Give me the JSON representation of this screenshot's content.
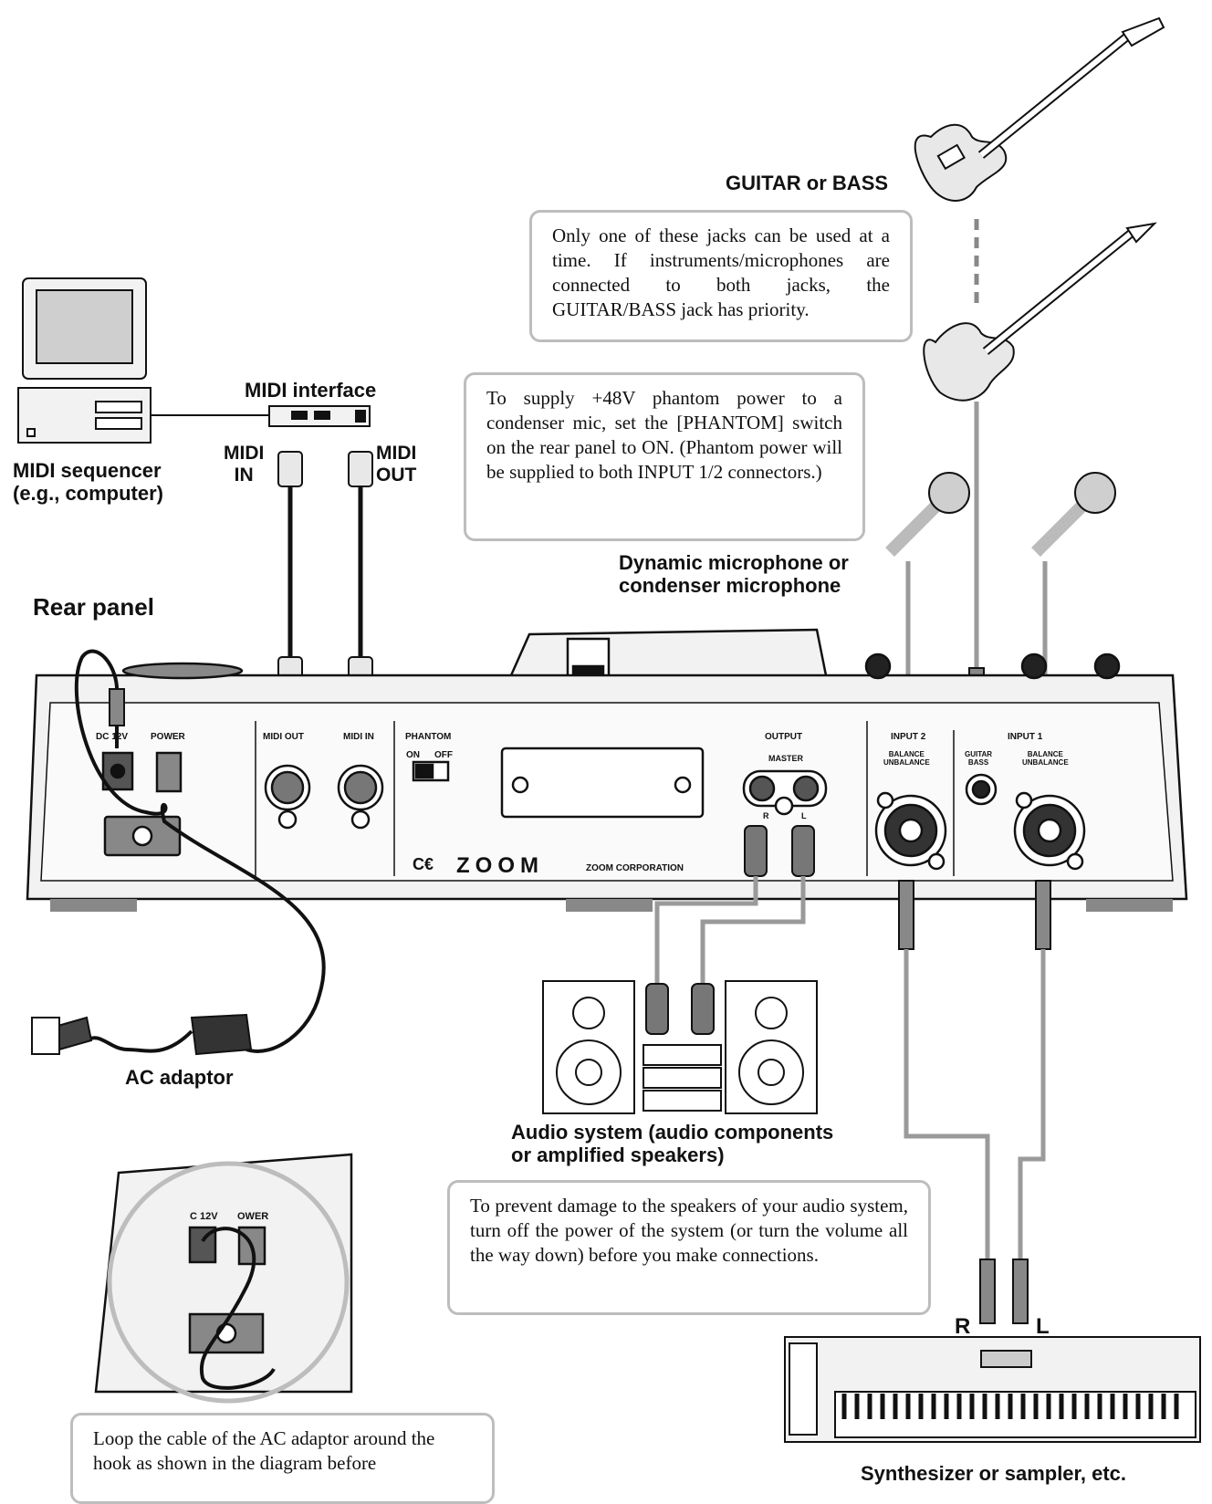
{
  "labels": {
    "guitar_or_bass": "GUITAR or BASS",
    "midi_interface": "MIDI interface",
    "midi_in": "MIDI\nIN",
    "midi_out": "MIDI\nOUT",
    "midi_sequencer": "MIDI sequencer\n(e.g., computer)",
    "rear_panel": "Rear panel",
    "dynamic_mic": "Dynamic microphone or\ncondenser microphone",
    "ac_adaptor": "AC adaptor",
    "audio_system": "Audio system (audio components\nor amplified speakers)",
    "synth": "Synthesizer or sampler, etc.",
    "r": "R",
    "l": "L"
  },
  "notes": {
    "jack_priority": "Only one of these jacks can be used at a time. If instruments/microphones are connected to both jacks, the GUITAR/BASS jack has priority.",
    "phantom": "To supply +48V phantom power to a condenser mic, set the [PHANTOM] switch on the rear panel to ON. (Phantom power will be supplied to both INPUT 1/2 connectors.)",
    "speakers": "To prevent damage to the speakers of your audio system, turn off the power of the system (or turn the volume all the way down) before you make connections.",
    "loop_cable": "Loop the cable of the AC adaptor around the hook as shown in the diagram before"
  },
  "panel_labels": {
    "dc12v": "DC 12V",
    "power": "POWER",
    "midi_out": "MIDI OUT",
    "midi_in": "MIDI IN",
    "phantom": "PHANTOM",
    "on": "ON",
    "off": "OFF",
    "output": "OUTPUT",
    "master": "MASTER",
    "r": "R",
    "l": "L",
    "input2": "INPUT 2",
    "input1": "INPUT 1",
    "balance_unbalance_1": "BALANCE\nUNBALANCE",
    "balance_unbalance_2": "BALANCE\nUNBALANCE",
    "guitar_bass": "GUITAR\nBASS",
    "ce": "C€",
    "brand": "ZOOM",
    "corporation": "ZOOM CORPORATION"
  },
  "inset_labels": {
    "dc12v": "C 12V",
    "power": "OWER"
  },
  "colors": {
    "line": "#111111",
    "gray_cable": "#9a9a9a",
    "note_border": "#bdbdbd",
    "panel_fill": "#f2f2f2"
  }
}
